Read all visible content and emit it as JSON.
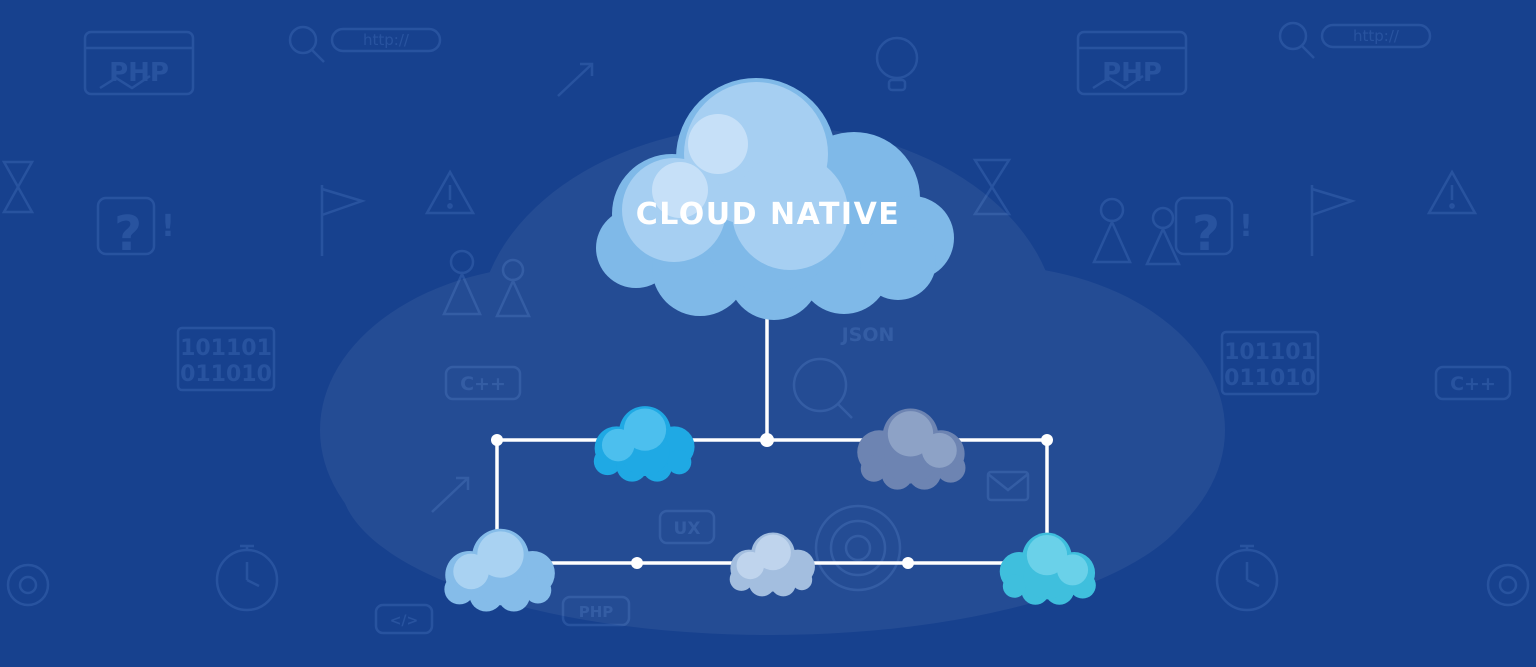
{
  "colors": {
    "background": "#17418E",
    "pattern": "#3E6AB5",
    "blob": "#FFFFFF",
    "connector": "#FFFFFF",
    "title": "#FFFFFF"
  },
  "title": {
    "label": "CLOUD NATIVE"
  },
  "clouds": {
    "main": {
      "base": "#7FB9E8",
      "light": "#A6CFF2",
      "xlight": "#C6E0F8"
    },
    "top_left": {
      "base": "#1FA9E4",
      "light": "#4CBFEE"
    },
    "top_right": {
      "base": "#6D84B2",
      "light": "#8DA2C6"
    },
    "bottom_left": {
      "base": "#85BCE9",
      "light": "#A9D2F2"
    },
    "bottom_center": {
      "base": "#A3BEDF",
      "light": "#BFD4ED"
    },
    "bottom_right": {
      "base": "#3FBFDD",
      "light": "#6AD1E9"
    }
  },
  "pattern": {
    "items": [
      {
        "text": "PHP"
      },
      {
        "text": "http://"
      },
      {
        "text": "PHP"
      },
      {
        "text": "http://"
      },
      {
        "text": "C++"
      },
      {
        "text": "C++"
      },
      {
        "text": "101101"
      },
      {
        "text": "011010"
      },
      {
        "text": "101101"
      },
      {
        "text": "011010"
      },
      {
        "text": "UX"
      },
      {
        "text": "PHP"
      },
      {
        "text": "</>"
      },
      {
        "text": "JSON"
      },
      {
        "text": "?"
      },
      {
        "text": "!"
      },
      {
        "text": "?"
      },
      {
        "text": "!"
      }
    ]
  }
}
